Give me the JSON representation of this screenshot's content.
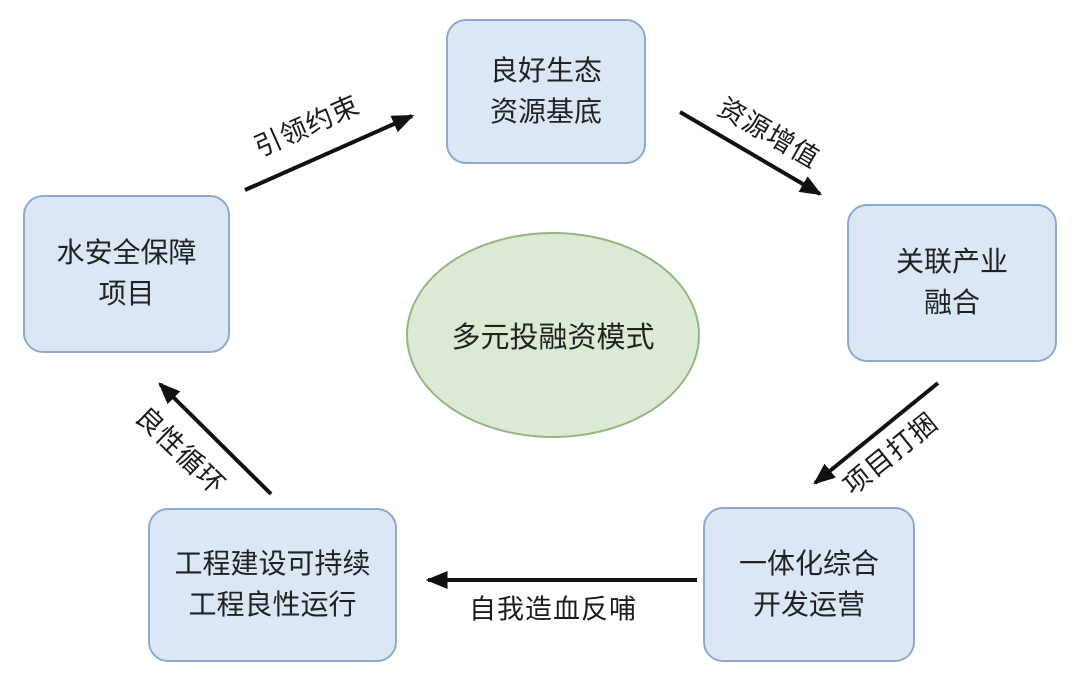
{
  "center": {
    "label": "多元投融资模式"
  },
  "nodes": [
    {
      "id": "top",
      "label": "良好生态\n资源基底"
    },
    {
      "id": "right",
      "label": "关联产业\n融合"
    },
    {
      "id": "bottom-right",
      "label": "一体化综合\n开发运营"
    },
    {
      "id": "bottom-left",
      "label": "工程建设可持续\n工程良性运行"
    },
    {
      "id": "left",
      "label": "水安全保障\n项目"
    }
  ],
  "edges": [
    {
      "from": "left",
      "to": "top",
      "label": "引领约束"
    },
    {
      "from": "top",
      "to": "right",
      "label": "资源增值"
    },
    {
      "from": "right",
      "to": "bottom-right",
      "label": "项目打捆"
    },
    {
      "from": "bottom-right",
      "to": "bottom-left",
      "label": "自我造血反哺"
    },
    {
      "from": "bottom-left",
      "to": "left",
      "label": "良性循环"
    }
  ],
  "colors": {
    "node_fill": "#dbe7f5",
    "node_border": "#8ea9cd",
    "center_fill": "#dcead5",
    "center_border": "#95b584",
    "arrow": "#111111",
    "text": "#222222"
  }
}
